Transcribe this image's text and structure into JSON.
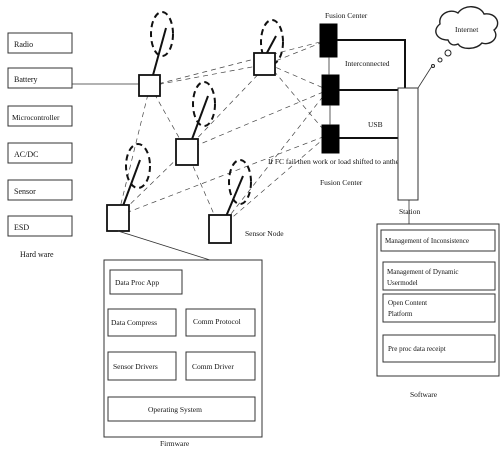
{
  "hardware": {
    "items": [
      "Radio",
      "Battery",
      "Microcontroller",
      "AC/DC",
      "Sensor",
      "ESD"
    ],
    "caption": "Hard ware"
  },
  "network": {
    "fusion_center_top": "Fusion Center",
    "interconnected": "Interconnected",
    "usb": "USB",
    "failover_note": "If FC fail then work or load shifted to anther FC",
    "fusion_center_bottom": "Fusion Center",
    "internet": "Internet",
    "station": "Station",
    "sensor_node": "Sensor Node"
  },
  "firmware": {
    "items": {
      "data_proc_app": "Data Proc App",
      "data_compress": "Data Compress",
      "comm_protocol": "Comm Protocol",
      "sensor_drivers": "Sensor Drivers",
      "comm_driver": "Comm Driver",
      "operating_system": "Operating System"
    },
    "caption": "Firmware"
  },
  "software": {
    "items": [
      "Management of Inconsistence",
      "Management of Dynamic",
      "Usermodel",
      "Open Content",
      "Platform",
      "Pre proc data receipt"
    ],
    "caption": "Software"
  }
}
